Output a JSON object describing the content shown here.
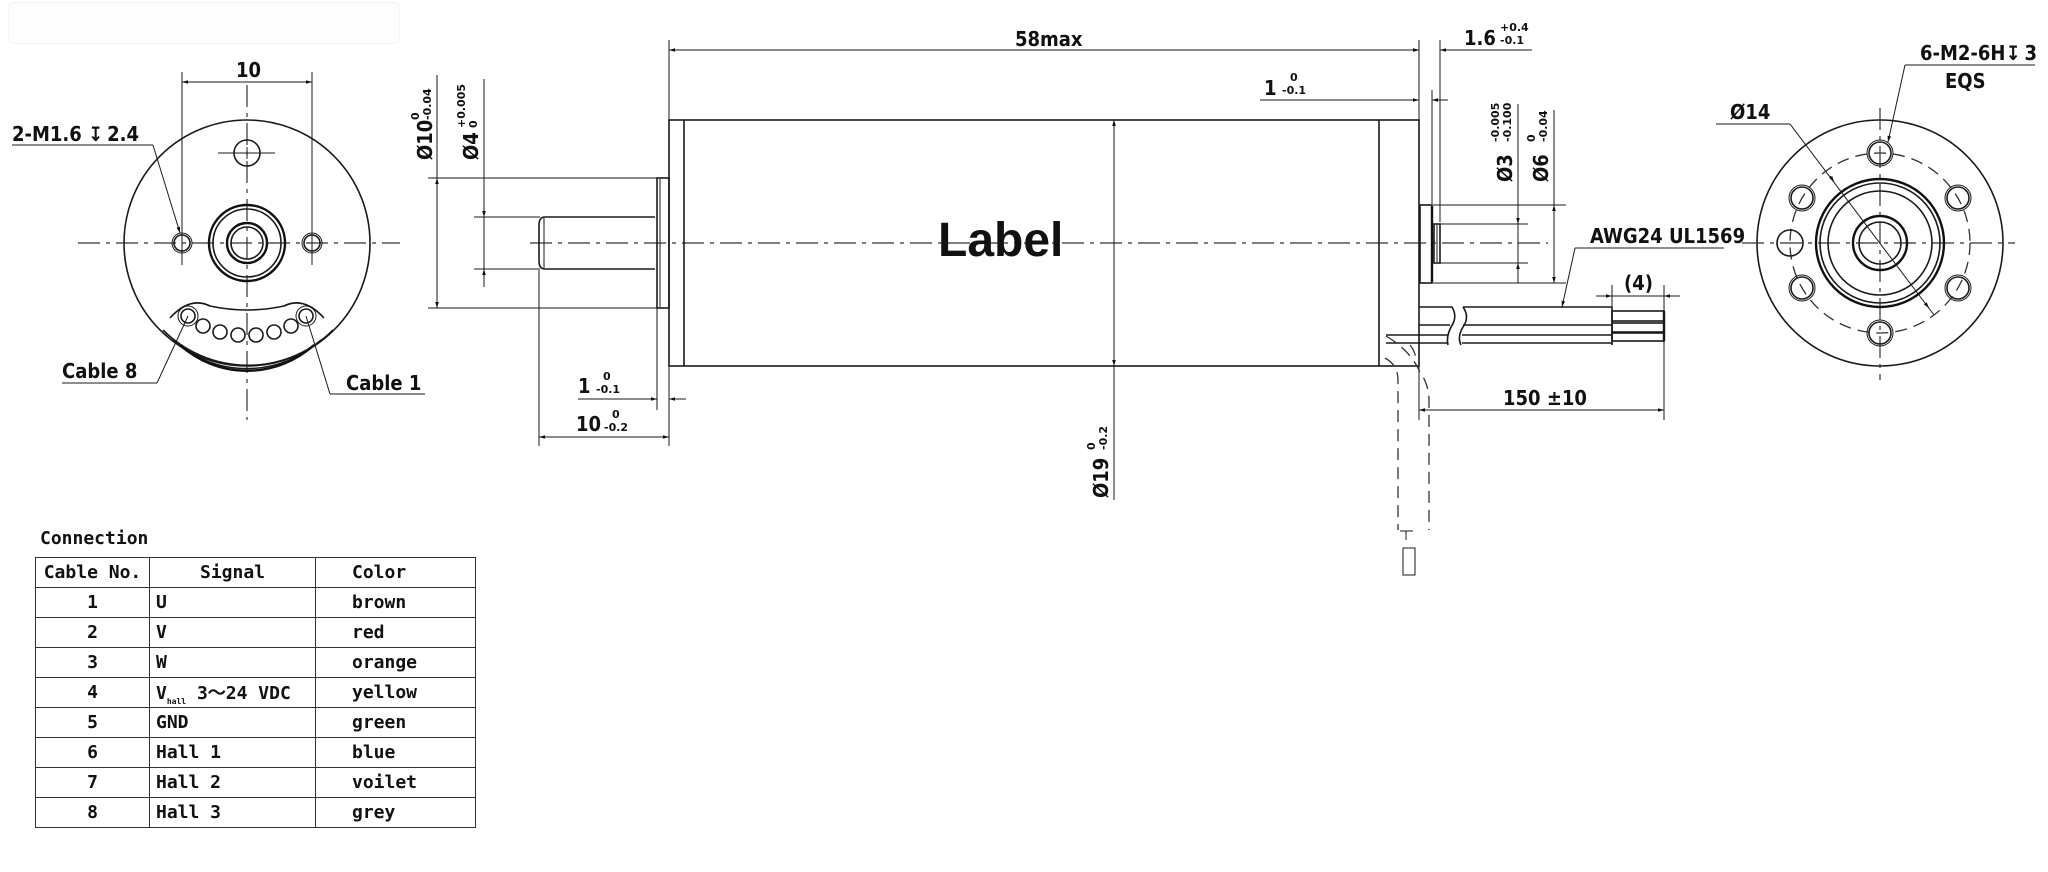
{
  "left_view": {
    "hole_spacing": "10",
    "thread_callout": "2-M1.6",
    "thread_depth": "2.4",
    "cable8_label": "Cable 8",
    "cable1_label": "Cable 1"
  },
  "side_view": {
    "overall_length": "58max",
    "front_boss_dia": "Ø10",
    "front_boss_tol_upper": "0",
    "front_boss_tol_lower": "-0.04",
    "shaft_dia": "Ø4",
    "shaft_tol_upper": "+0.005",
    "shaft_tol_lower": "0",
    "boss_length": "1",
    "boss_length_tol_upper": "0",
    "boss_length_tol_lower": "-0.1",
    "shaft_length": "10",
    "shaft_length_tol_upper": "0",
    "shaft_length_tol_lower": "-0.2",
    "body_dia": "Ø19",
    "body_dia_tol_upper": "0",
    "body_dia_tol_lower": "-0.2",
    "body_label": "Label",
    "rear_shaft_length": "1.6",
    "rear_shaft_length_tol_upper": "+0.4",
    "rear_shaft_length_tol_lower": "-0.1",
    "rear_boss_length": "1",
    "rear_boss_length_tol_upper": "0",
    "rear_boss_length_tol_lower": "-0.1",
    "rear_shaft_dia": "Ø3",
    "rear_shaft_tol_upper": "-0.005",
    "rear_shaft_tol_lower": "-0.100",
    "rear_boss_dia": "Ø6",
    "rear_boss_tol_upper": "0",
    "rear_boss_tol_lower": "-0.04",
    "cable_spec": "AWG24 UL1569",
    "strip_length": "(4)",
    "cable_length": "150 ±10"
  },
  "right_view": {
    "thread_callout": "6-M2-6H",
    "thread_depth": "3",
    "pattern_note": "EQS",
    "bolt_circle": "Ø14"
  },
  "connection_table": {
    "title": "Connection",
    "headers": [
      "Cable No.",
      "Signal",
      "Color"
    ],
    "rows": [
      {
        "no": "1",
        "signal": "U",
        "color": "brown"
      },
      {
        "no": "2",
        "signal": "V",
        "color": "red"
      },
      {
        "no": "3",
        "signal": "W",
        "color": "orange"
      },
      {
        "no": "4",
        "signal": "V",
        "signal_sub": "hall",
        "signal_rest": " 3〜24 VDC",
        "color": "yellow"
      },
      {
        "no": "5",
        "signal": "GND",
        "color": "green"
      },
      {
        "no": "6",
        "signal": "Hall 1",
        "color": "blue"
      },
      {
        "no": "7",
        "signal": "Hall 2",
        "color": "voilet"
      },
      {
        "no": "8",
        "signal": "Hall 3",
        "color": "grey"
      }
    ]
  }
}
